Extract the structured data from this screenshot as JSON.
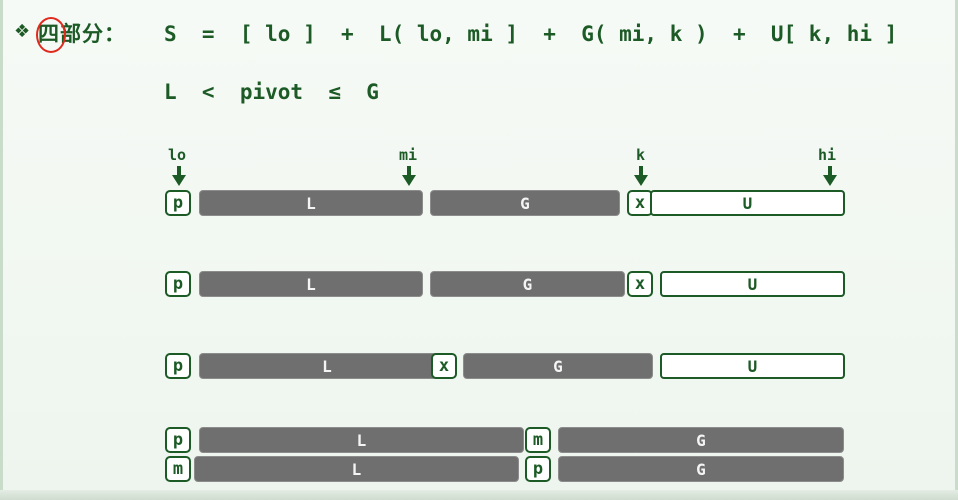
{
  "title": {
    "bullet": "❖",
    "heading": "四部分：",
    "formula_1": "S  =  [ lo ]  +  L( lo, mi ]  +  G( mi, k )  +  U[ k, hi ]",
    "formula_2": "L  <  pivot  ≤  G"
  },
  "pointers": {
    "lo": "lo",
    "mi": "mi",
    "k": "k",
    "hi": "hi"
  },
  "rows": [
    {
      "pivot": "p",
      "left_part": "L",
      "greater_part": "G",
      "current": "x",
      "unknown_part": "U"
    },
    {
      "pivot": "p",
      "left_part": "L",
      "greater_part": "G",
      "current": "x",
      "unknown_part": "U"
    },
    {
      "pivot": "p",
      "left_part": "L",
      "current": "x",
      "greater_part": "G",
      "unknown_part": "U"
    },
    {
      "pivot": "p",
      "left_part": "L",
      "middle": "m",
      "greater_part": "G"
    },
    {
      "middle": "m",
      "left_part": "L",
      "pivot": "p",
      "greater_part": "G"
    }
  ],
  "colors": {
    "text": "#1c5a26",
    "bar_gray": "#6f6f6f",
    "annotation_red": "#e02a1e"
  }
}
